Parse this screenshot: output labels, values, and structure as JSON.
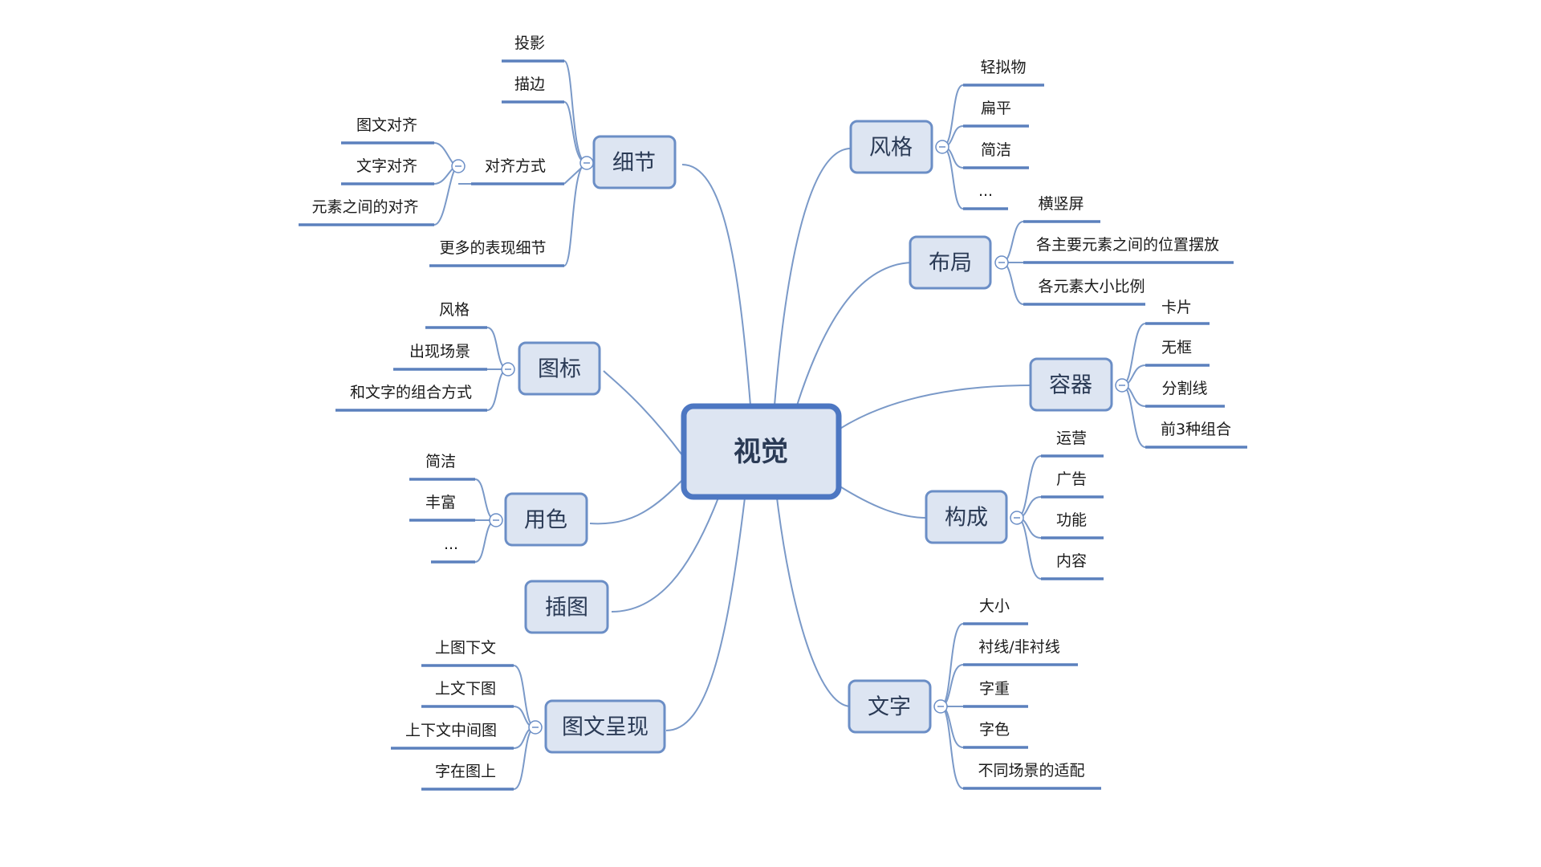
{
  "center": {
    "label": "视觉"
  },
  "branches": {
    "detail": {
      "label": "细节",
      "items": [
        "投影",
        "描边",
        "对齐方式",
        "更多的表现细节"
      ]
    },
    "detail_align": {
      "items": [
        "图文对齐",
        "文字对齐",
        "元素之间的对齐"
      ]
    },
    "icon": {
      "label": "图标",
      "items": [
        "风格",
        "出现场景",
        "和文字的组合方式"
      ]
    },
    "color": {
      "label": "用色",
      "items": [
        "简洁",
        "丰富",
        "..."
      ]
    },
    "illustration": {
      "label": "插图"
    },
    "imagetext": {
      "label": "图文呈现",
      "items": [
        "上图下文",
        "上文下图",
        "上下文中间图",
        "字在图上"
      ]
    },
    "style": {
      "label": "风格",
      "items": [
        "轻拟物",
        "扁平",
        "简洁",
        "..."
      ]
    },
    "layout": {
      "label": "布局",
      "items": [
        "横竖屏",
        "各主要元素之间的位置摆放",
        "各元素大小比例"
      ]
    },
    "container": {
      "label": "容器",
      "items": [
        "卡片",
        "无框",
        "分割线",
        "前3种组合"
      ]
    },
    "composition": {
      "label": "构成",
      "items": [
        "运营",
        "广告",
        "功能",
        "内容"
      ]
    },
    "text": {
      "label": "文字",
      "items": [
        "大小",
        "衬线/非衬线",
        "字重",
        "字色",
        "不同场景的适配"
      ]
    }
  },
  "colors": {
    "line": "#7a99c8",
    "underline": "#5b80bd",
    "box_fill": "#dde5f2",
    "box_stroke": "#6b8ec6",
    "center_stroke": "#4d77c2"
  }
}
